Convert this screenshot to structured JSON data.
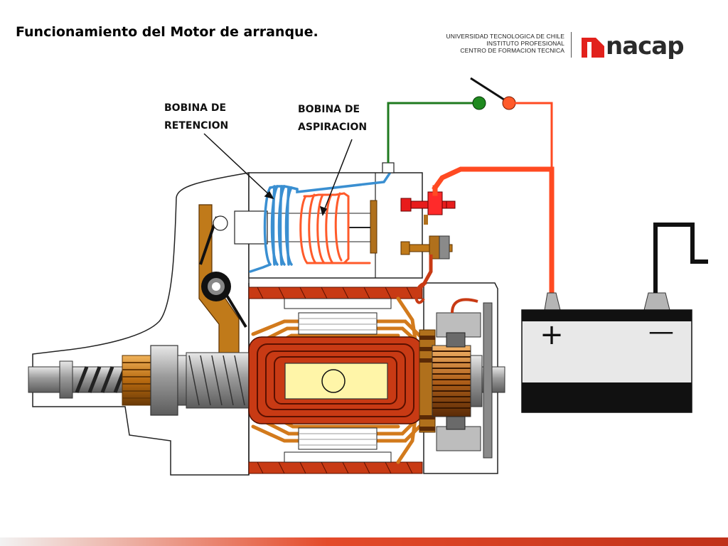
{
  "slide": {
    "title": "Funcionamiento del Motor de arranque."
  },
  "institution": {
    "line1": "UNIVERSIDAD TECNOLOGICA DE CHILE",
    "line2": "INSTITUTO PROFESIONAL",
    "line3": "CENTRO DE FORMACION TECNICA",
    "logo_text": "nacap",
    "brand_color": "#e2211c"
  },
  "labels": {
    "retention_coil": [
      "BOBINA DE",
      "RETENCION"
    ],
    "pull_in_coil": [
      "BOBINA DE",
      "ASPIRACION"
    ]
  },
  "battery": {
    "positive_symbol": "+",
    "negative_symbol": "—"
  },
  "colors": {
    "retention_coil": "#3a8fd1",
    "pull_in_coil": "#ff5a2a",
    "positive_wire": "#ff4a22",
    "switch_wire": "#1f7a1f",
    "armature": "#c83a14",
    "bronze": "#c07a1a",
    "core": "#fff5a8"
  }
}
